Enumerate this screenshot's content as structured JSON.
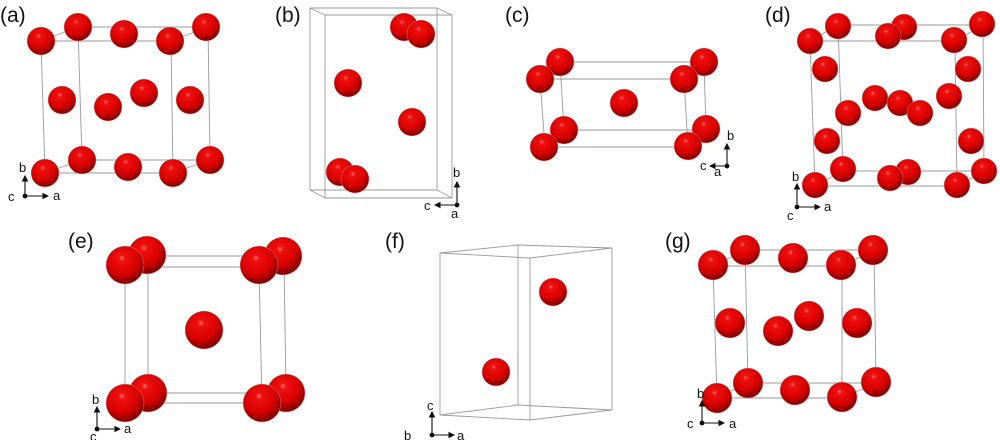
{
  "figure": {
    "panels": [
      {
        "id": "a",
        "label": "(a)",
        "axes": [
          "b",
          "a",
          "c"
        ]
      },
      {
        "id": "b",
        "label": "(b)",
        "axes": [
          "b",
          "c",
          "a"
        ]
      },
      {
        "id": "c",
        "label": "(c)",
        "axes": [
          "b",
          "c",
          "a"
        ]
      },
      {
        "id": "d",
        "label": "(d)",
        "axes": [
          "b",
          "a",
          "c"
        ]
      },
      {
        "id": "e",
        "label": "(e)",
        "axes": [
          "b",
          "a",
          "c"
        ]
      },
      {
        "id": "f",
        "label": "(f)",
        "axes": [
          "c",
          "a",
          "b"
        ]
      },
      {
        "id": "g",
        "label": "(g)",
        "axes": [
          "b",
          "a",
          "c"
        ]
      }
    ],
    "colors": {
      "atom": "#e00000",
      "atom_shadow": "#6a0000",
      "cell_edge": "#9a9a9a"
    }
  }
}
